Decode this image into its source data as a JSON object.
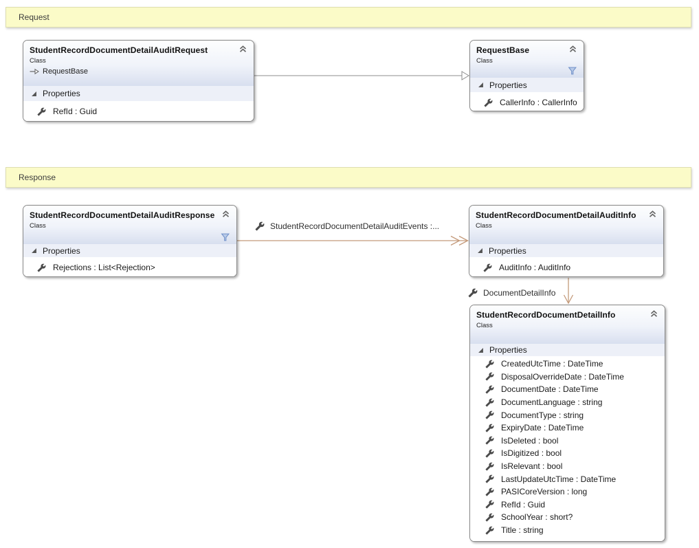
{
  "sections": {
    "request": {
      "label": "Request"
    },
    "response": {
      "label": "Response"
    }
  },
  "shared": {
    "stereotype_label": "Class",
    "properties_label": "Properties"
  },
  "classes": {
    "audit_request": {
      "title": "StudentRecordDocumentDetailAuditRequest",
      "inherits": "RequestBase",
      "properties": [
        "RefId : Guid"
      ]
    },
    "request_base": {
      "title": "RequestBase",
      "properties": [
        "CallerInfo : CallerInfo"
      ]
    },
    "audit_response": {
      "title": "StudentRecordDocumentDetailAuditResponse",
      "properties": [
        "Rejections : List<Rejection>"
      ]
    },
    "audit_info": {
      "title": "StudentRecordDocumentDetailAuditInfo",
      "properties": [
        "AuditInfo : AuditInfo"
      ]
    },
    "detail_info": {
      "title": "StudentRecordDocumentDetailInfo",
      "properties": [
        "CreatedUtcTime : DateTime",
        "DisposalOverrideDate : DateTime",
        "DocumentDate : DateTime",
        "DocumentLanguage : string",
        "DocumentType : string",
        "ExpiryDate : DateTime",
        "IsDeleted : bool",
        "IsDigitized : bool",
        "IsRelevant : bool",
        "LastUpdateUtcTime : DateTime",
        "PASICoreVersion : long",
        "RefId : Guid",
        "SchoolYear : short?",
        "Title : string"
      ]
    }
  },
  "connectors": {
    "inheritance": {
      "type": "inheritance",
      "from": "audit_request",
      "to": "request_base",
      "label": ""
    },
    "audit_events": {
      "type": "association",
      "from": "audit_response",
      "to": "audit_info",
      "label": "StudentRecordDocumentDetailAuditEvents  :..."
    },
    "document_detail": {
      "type": "association",
      "from": "audit_info",
      "to": "detail_info",
      "label": "DocumentDetailInfo"
    }
  },
  "icons": {
    "collapse": "double-chevron-up",
    "expander": "triangle-lower-right",
    "property": "wrench",
    "filter": "funnel",
    "inherits": "arrow-right-hollow"
  },
  "colors": {
    "section_banner_bg": "#fbfbc8",
    "section_banner_border": "#dedeb0",
    "association_line": "#c49a7a",
    "inheritance_line": "#8c8c8c",
    "header_gradient_end": "#d8dfef",
    "properties_band": "#edf0f8",
    "filter_icon": "#7191c9",
    "canvas_bg": "#ffffff"
  }
}
